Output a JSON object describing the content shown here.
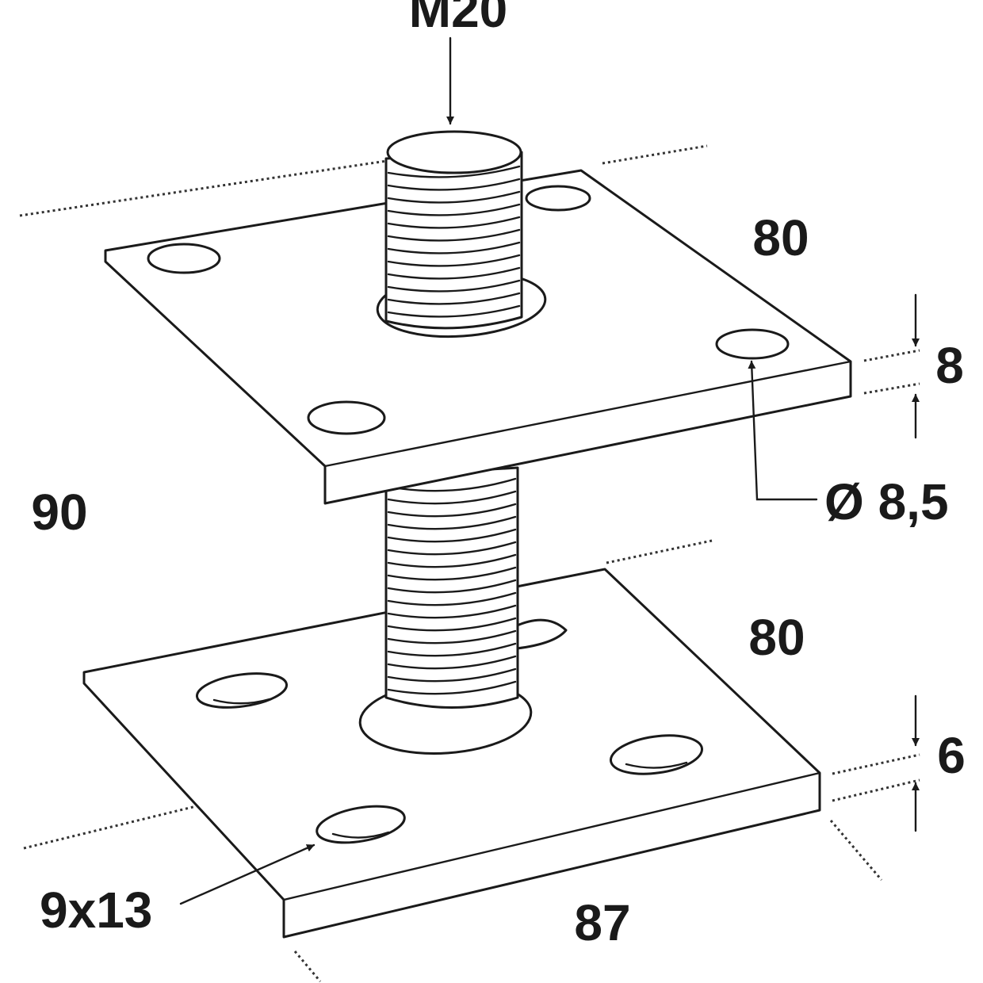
{
  "labels": {
    "thread": "M20",
    "top_plate_width": "80",
    "top_plate_thickness": "8",
    "top_hole_diameter": "Ø 8,5",
    "total_height": "90",
    "bottom_plate_width": "80",
    "bottom_plate_thickness": "6",
    "bottom_slot_size": "9x13",
    "bottom_plate_length": "87"
  },
  "colors": {
    "ink": "#1a1a1a",
    "background": "#ffffff"
  }
}
